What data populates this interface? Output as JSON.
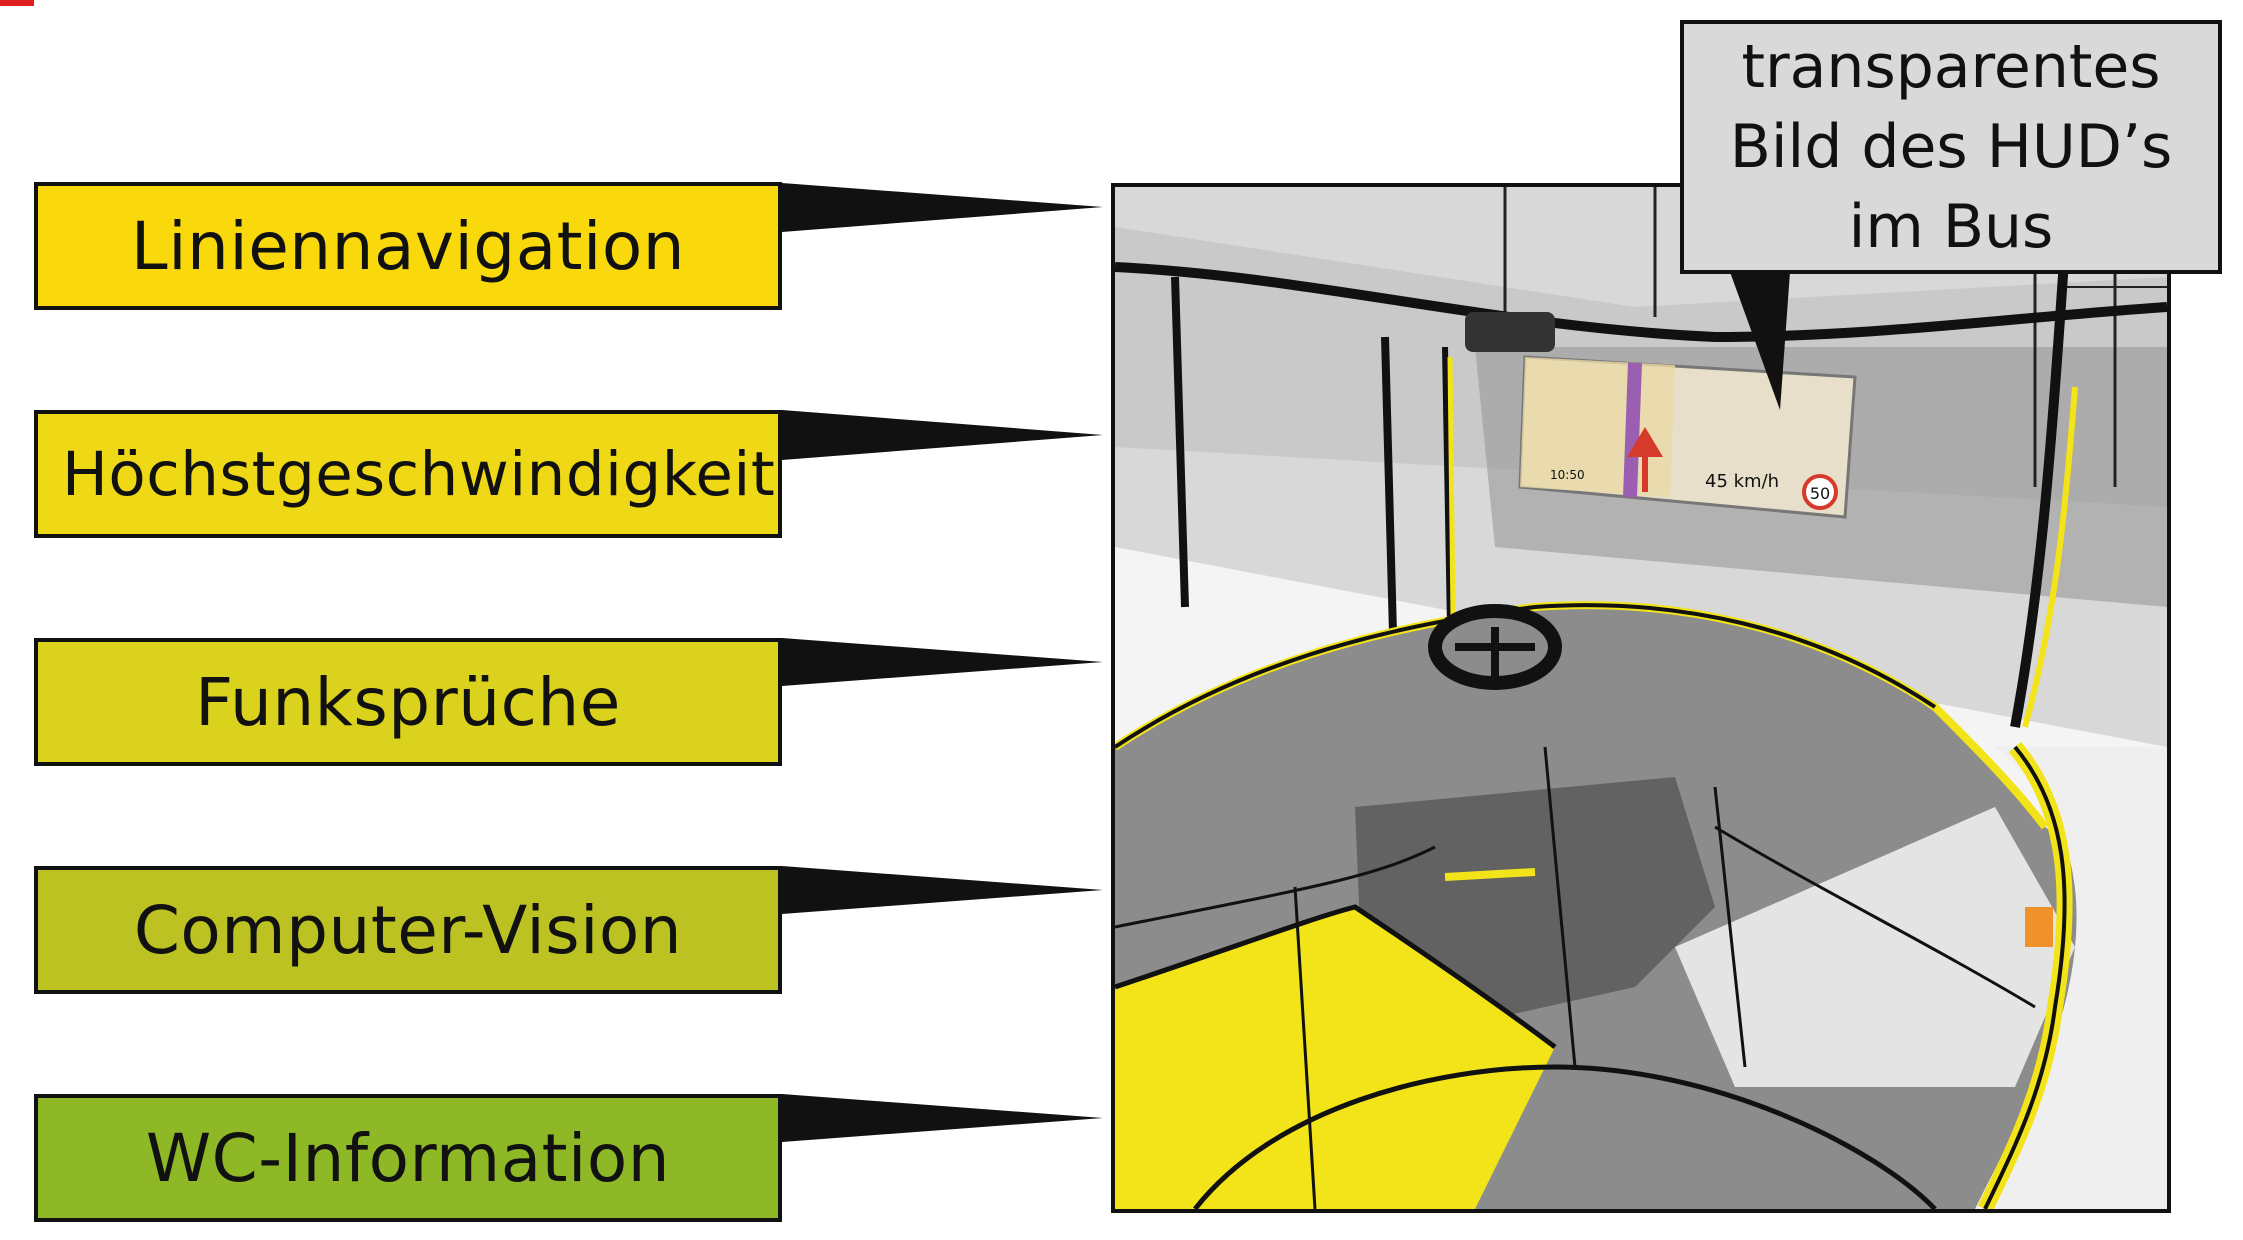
{
  "labels": [
    {
      "text": "Liniennavigation",
      "color": "#f9d90c"
    },
    {
      "text": "Höchstgeschwindigkeit",
      "color": "#efd815"
    },
    {
      "text": "Funksprüche",
      "color": "#dad21c"
    },
    {
      "text": "Computer-Vision",
      "color": "#bcc222"
    },
    {
      "text": "WC-Information",
      "color": "#8eb825"
    }
  ],
  "callout": {
    "line1": "transparentes",
    "line2": "Bild des HUD’s",
    "line3": "im Bus"
  },
  "hud": {
    "time": "10:50",
    "speed": "45 km/h",
    "limit": "50"
  },
  "colors": {
    "bus_yellow": "#f2e419",
    "interior_gray": "#8c8c8c",
    "callout_gray": "#d9d9d9",
    "outline": "#111111"
  }
}
